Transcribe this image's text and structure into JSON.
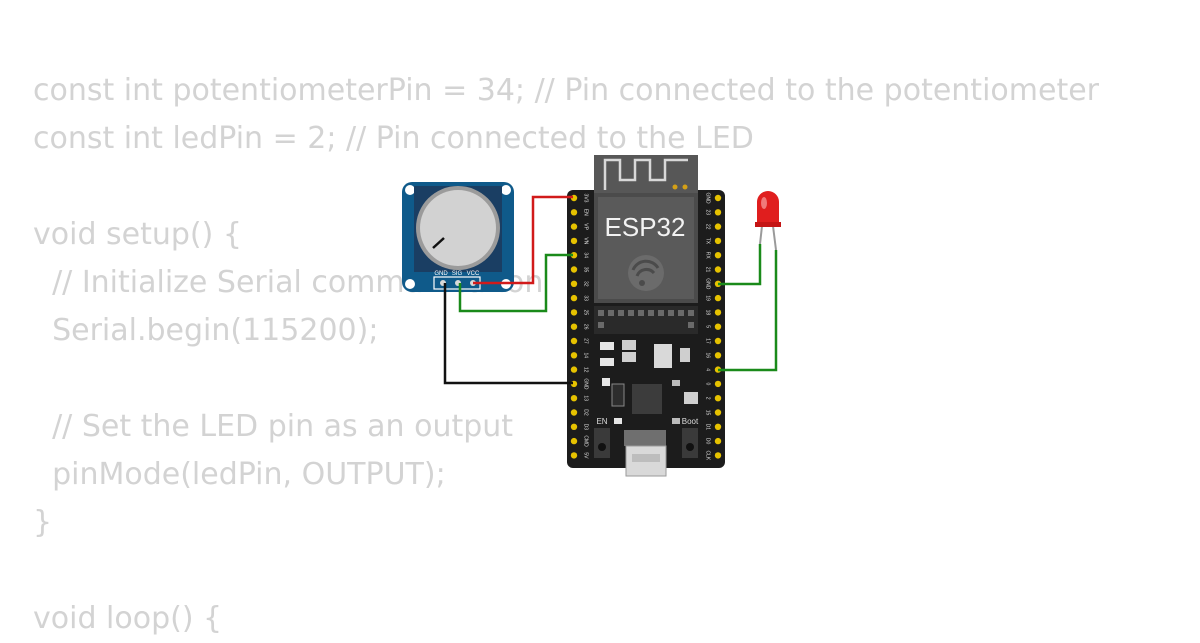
{
  "code_lines": [
    "const int potentiometerPin = 34; // Pin connected to the potentiometer",
    "const int ledPin = 2; // Pin connected to the LED",
    "",
    "void setup() {",
    "  // Initialize Serial communication",
    "  Serial.begin(115200);",
    "",
    "  // Set the LED pin as an output",
    "  pinMode(ledPin, OUTPUT);",
    "}",
    "",
    "void loop() {"
  ],
  "board": {
    "module_label": "ESP32",
    "left_pins": [
      "3V3",
      "EN",
      "VP",
      "VN",
      "34",
      "35",
      "32",
      "33",
      "25",
      "26",
      "27",
      "14",
      "12",
      "GND",
      "13",
      "D2",
      "D3",
      "CMD",
      "5V"
    ],
    "right_pins": [
      "GND",
      "23",
      "22",
      "TX",
      "RX",
      "21",
      "GND",
      "19",
      "18",
      "5",
      "17",
      "16",
      "4",
      "0",
      "2",
      "15",
      "D1",
      "D0",
      "CLK"
    ],
    "en_button_label": "EN",
    "boot_button_label": "Boot"
  },
  "potentiometer": {
    "pin_labels": [
      "GND",
      "SIG",
      "VCC"
    ]
  },
  "colors": {
    "code_text": "#d3d3d3",
    "wire_power": "#d11a1a",
    "wire_signal": "#1a8a1a",
    "wire_ground": "#111111",
    "pot_board": "#0f5a8a",
    "esp_board": "#1c1c1c",
    "led_body": "#e01e1e"
  }
}
